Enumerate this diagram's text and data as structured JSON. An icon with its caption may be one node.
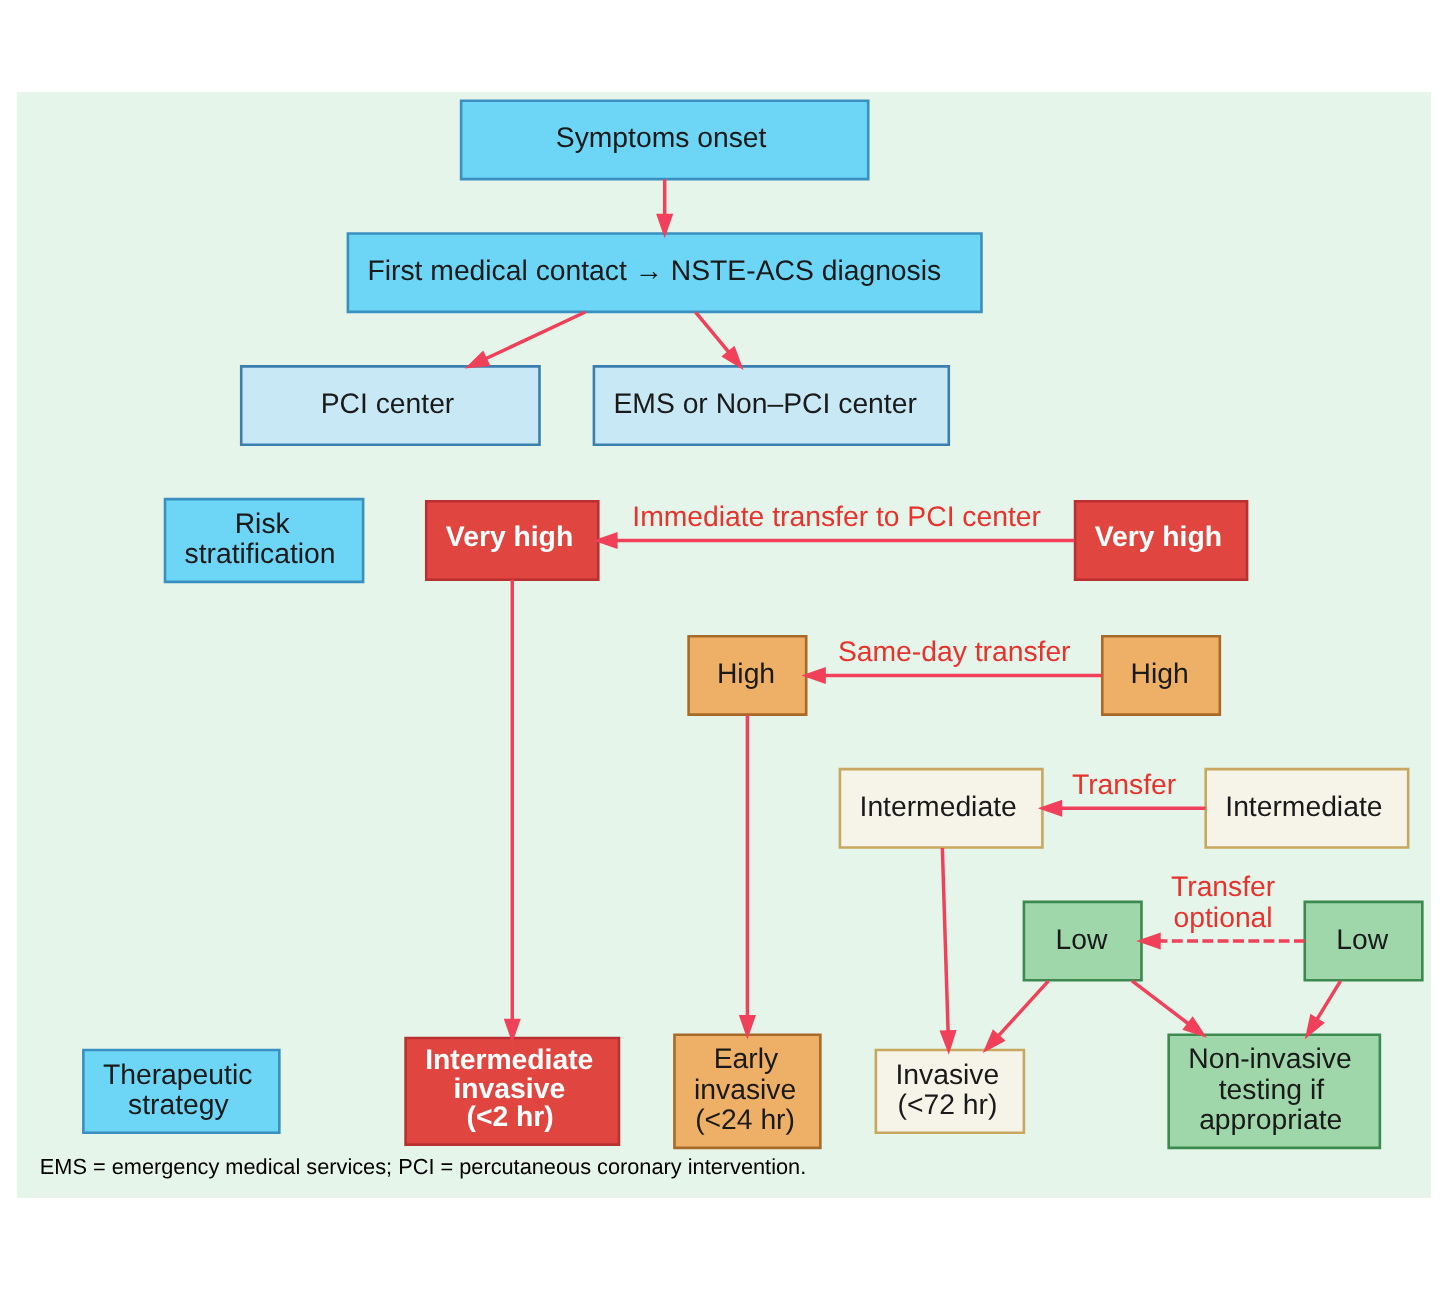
{
  "diagram": {
    "caption": "EMS = emergency medical services; PCI = percutaneous coronary intervention.",
    "nodes": [
      {
        "text": [
          "Symptoms onset"
        ]
      },
      {
        "text": [
          "First medical contact → NSTE-ACS diagnosis"
        ]
      },
      {
        "text": [
          "PCI center"
        ]
      },
      {
        "text": [
          "EMS or Non–PCI center"
        ]
      },
      {
        "text": [
          "Risk stratification"
        ]
      },
      {
        "text": [
          "Very high"
        ]
      },
      {
        "text": [
          "Very high"
        ]
      },
      {
        "text": [
          "High"
        ]
      },
      {
        "text": [
          "High"
        ]
      },
      {
        "text": [
          "Intermediate"
        ]
      },
      {
        "text": [
          "Intermediate"
        ]
      },
      {
        "text": [
          "Low"
        ]
      },
      {
        "text": [
          "Low"
        ]
      },
      {
        "text": [
          "Therapeutic strategy"
        ]
      },
      {
        "text": [
          "Intermediate invasive (<2 hr)"
        ]
      },
      {
        "text": [
          "Early invasive (<24 hr)"
        ]
      },
      {
        "text": [
          "Invasive (<72 hr)"
        ]
      },
      {
        "text": [
          "Non-invasive testing if appropriate"
        ]
      }
    ],
    "edges": [
      {
        "from": 0,
        "to": 1,
        "arrow": "to"
      },
      {
        "from": 1,
        "to": 2,
        "arrow": "to"
      },
      {
        "from": 1,
        "to": 3,
        "arrow": "to"
      },
      {
        "from": 6,
        "to": 5,
        "arrow": "to",
        "label": "Immediate transfer to PCI center"
      },
      {
        "from": 8,
        "to": 7,
        "arrow": "to",
        "label": "Same-day transfer"
      },
      {
        "from": 10,
        "to": 9,
        "arrow": "to",
        "label": "Transfer"
      },
      {
        "from": 12,
        "to": 11,
        "arrow": "to",
        "label": "Transfer optional",
        "style": "dashed"
      },
      {
        "from": 5,
        "to": 14,
        "arrow": "to"
      },
      {
        "from": 7,
        "to": 15,
        "arrow": "to"
      },
      {
        "from": 9,
        "to": 16,
        "arrow": "to"
      },
      {
        "from": 11,
        "to": 16,
        "arrow": "to"
      },
      {
        "from": 11,
        "to": 17,
        "arrow": "to"
      },
      {
        "from": 12,
        "to": 17,
        "arrow": "to"
      }
    ]
  }
}
